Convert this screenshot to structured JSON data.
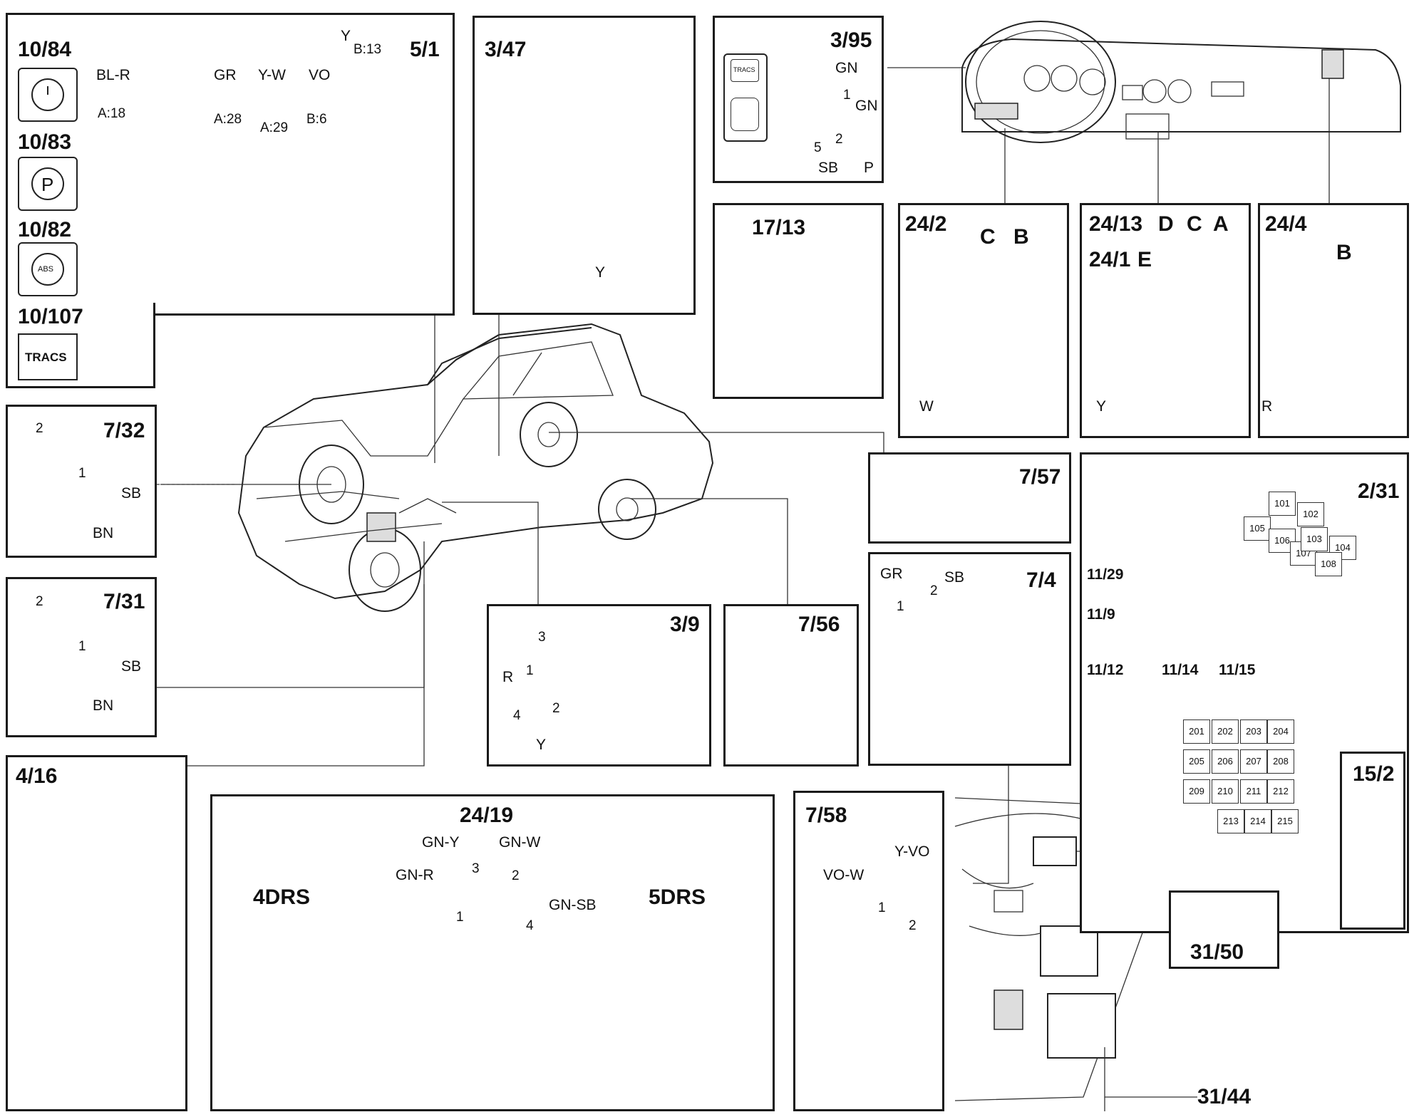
{
  "components": {
    "c10_84": "10/84",
    "c10_83": "10/83",
    "c10_82": "10/82",
    "c10_107": "10/107",
    "c5_1": "5/1",
    "c3_47": "3/47",
    "c3_95": "3/95",
    "c17_13": "17/13",
    "c24_2": "24/2",
    "c24_13": "24/13",
    "c24_1": "24/1",
    "c24_4": "24/4",
    "c7_32": "7/32",
    "c7_31": "7/31",
    "c7_57": "7/57",
    "c2_31": "2/31",
    "c7_4": "7/4",
    "c3_9": "3/9",
    "c7_56": "7/56",
    "c4_16": "4/16",
    "c24_19": "24/19",
    "c7_58": "7/58",
    "c15_2": "15/2",
    "c31_50": "31/50",
    "c31_44": "31/44"
  },
  "icons": {
    "tracs_switch": "TRACS",
    "tracs_small": "TRACS",
    "abs": "ABS",
    "parking": "P"
  },
  "wires": {
    "p5_1": {
      "bl_r": "BL-R",
      "gr": "GR",
      "y_w": "Y-W",
      "vo": "VO",
      "y": "Y",
      "b13": "B:13",
      "a18": "A:18",
      "a28": "A:28",
      "a29": "A:29",
      "b6": "B:6"
    },
    "p3_47": {
      "y": "Y"
    },
    "p3_95": {
      "gn1": "GN",
      "gn2": "GN",
      "p1": "1",
      "p2": "2",
      "p5": "5",
      "sb": "SB",
      "p": "P"
    },
    "p24_2": {
      "c": "C",
      "b": "B",
      "w": "W"
    },
    "p24_13": {
      "d": "D",
      "c": "C",
      "a": "A",
      "e": "E",
      "y": "Y"
    },
    "p24_4": {
      "b": "B",
      "r": "R"
    },
    "p7_32": {
      "p2": "2",
      "p1": "1",
      "sb": "SB",
      "bn": "BN"
    },
    "p7_31": {
      "p2": "2",
      "p1": "1",
      "sb": "SB",
      "bn": "BN"
    },
    "p2_31": {
      "l11_29": "11/29",
      "l11_9": "11/9",
      "l11_12": "11/12",
      "l11_14": "11/14",
      "l11_15": "11/15"
    },
    "p7_4": {
      "gr": "GR",
      "sb": "SB",
      "p1": "1",
      "p2": "2"
    },
    "p3_9": {
      "p3": "3",
      "r": "R",
      "p1": "1",
      "p4": "4",
      "p2": "2",
      "y": "Y"
    },
    "p24_19": {
      "gn_y": "GN-Y",
      "gn_w": "GN-W",
      "gn_r": "GN-R",
      "gn_sb": "GN-SB",
      "p3": "3",
      "p2": "2",
      "p1": "1",
      "p4": "4",
      "drs4": "4DRS",
      "drs5": "5DRS"
    },
    "p7_58": {
      "y_vo": "Y-VO",
      "vo_w": "VO-W",
      "p1": "1",
      "p2": "2"
    }
  },
  "relays_top": [
    "101",
    "102",
    "105",
    "106",
    "107",
    "103",
    "104",
    "108"
  ],
  "fuses": [
    "201",
    "202",
    "203",
    "204",
    "205",
    "206",
    "207",
    "208",
    "209",
    "210",
    "211",
    "212",
    "213",
    "214",
    "215"
  ]
}
